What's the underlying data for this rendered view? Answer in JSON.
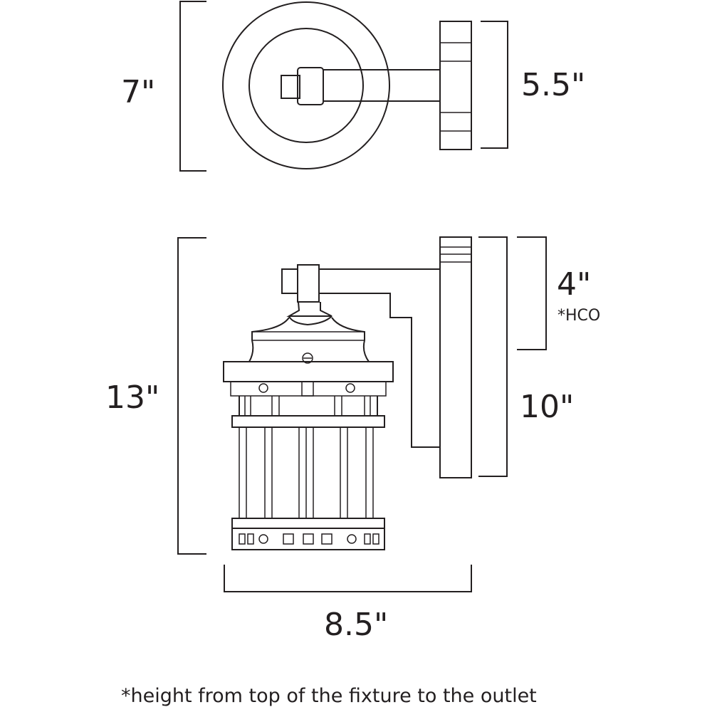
{
  "dimensions": {
    "top_view_height": "7\"",
    "backplate_width": "5.5\"",
    "overall_height": "13\"",
    "outlet_height": "4\"",
    "outlet_height_note": "*HCO",
    "backplate_height": "10\"",
    "overall_width": "8.5\""
  },
  "footnote": "*height from top of the fixture to the outlet",
  "colors": {
    "line": "#231f20",
    "background": "#ffffff"
  }
}
